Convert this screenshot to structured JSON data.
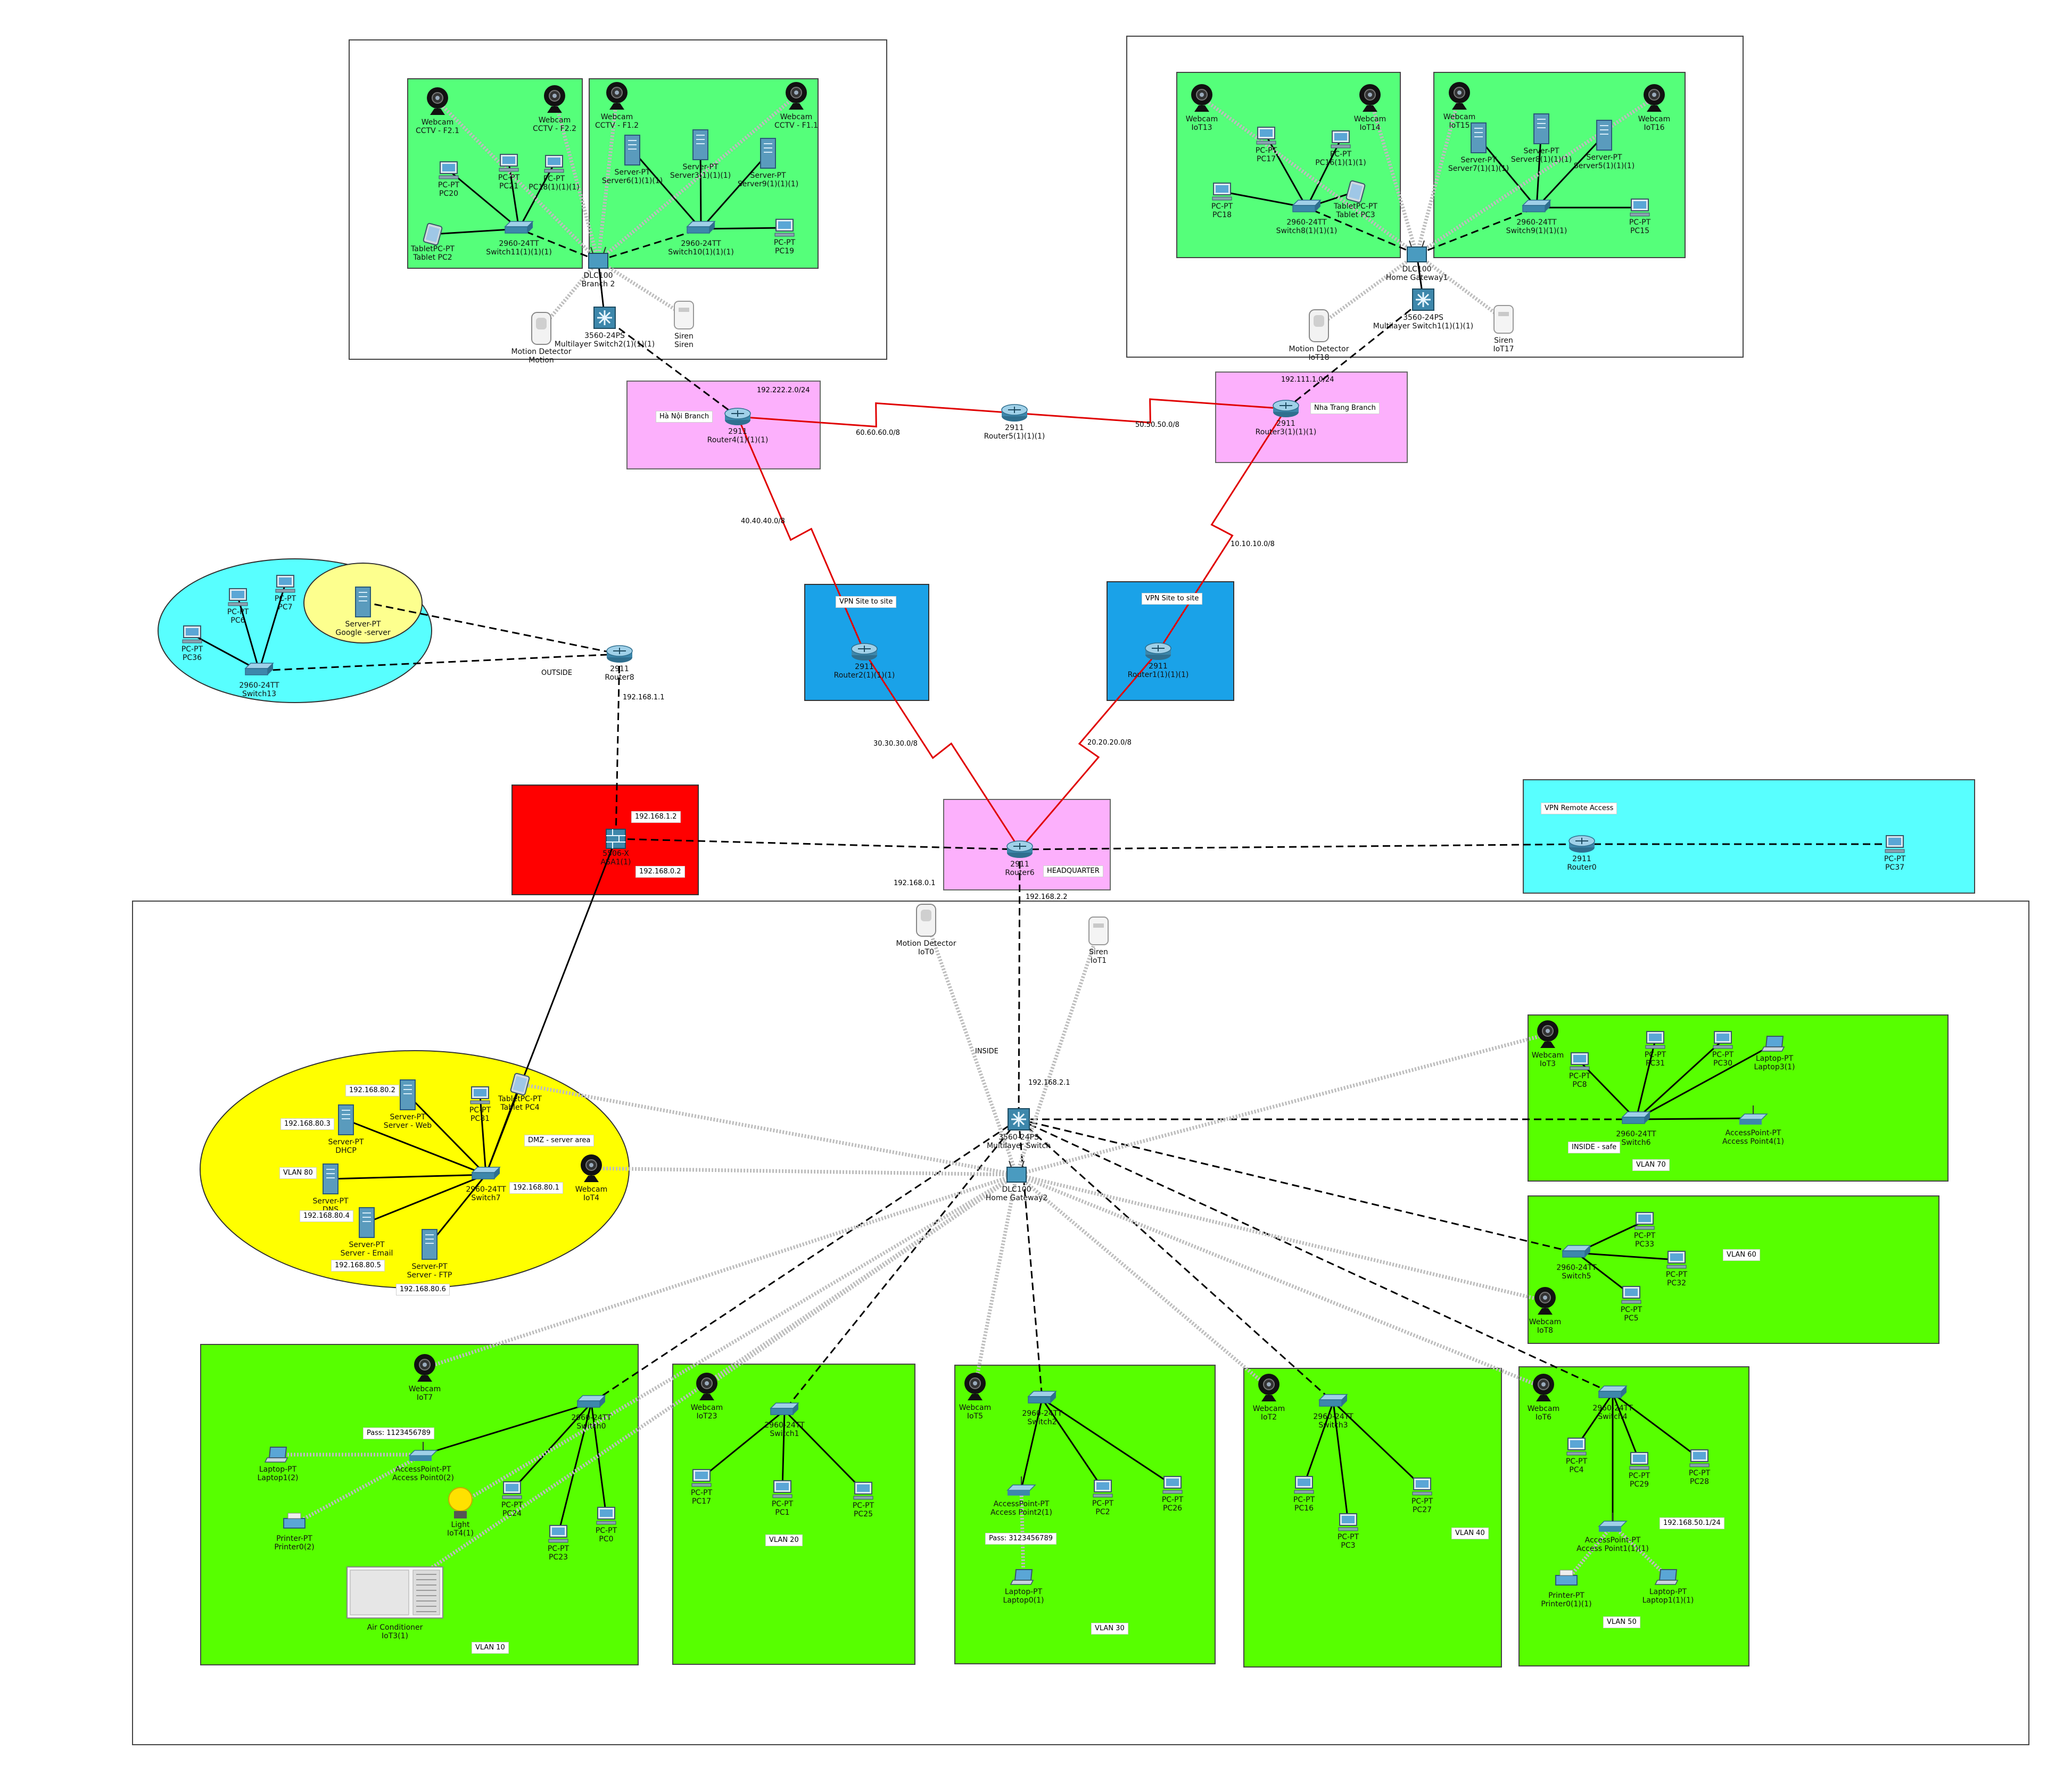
{
  "colors": {
    "green": "#55ff7a",
    "lime": "#57ff00",
    "pink": "#fcb0fc",
    "blue": "#1aa2e8",
    "red": "#ff0000",
    "cyan": "#58ffff",
    "yellow": "#ffff00",
    "yellow_light": "#fdff8e",
    "wan_link": "#e00000",
    "dashed_link": "#000000",
    "wireless_link": "#bdbdbd"
  },
  "areas": {
    "hanoi_lan": "",
    "nhatrang_lan": "",
    "hq_lan": "",
    "hanoi_router_box": "Hà Nội Branch",
    "nhatrang_router_box": "Nha Trang Branch",
    "vpn1_box": "VPN Site to site",
    "vpn2_box": "VPN Site to site",
    "firewall_box": "",
    "hq_box": "HEADQUARTER",
    "vpn_remote_box": "VPN Remote Access",
    "dmz_area": "DMZ - server area",
    "vlan10": "VLAN 10",
    "vlan20": "VLAN 20",
    "vlan30": "VLAN 30",
    "vlan40": "VLAN 40",
    "vlan50": "VLAN 50",
    "vlan60": "VLAN 60",
    "vlan70": "VLAN 70",
    "inside_safe": "INSIDE - safe",
    "vlan80": "VLAN 80"
  },
  "link_labels": {
    "net_hanoi": "192.222.2.0/24",
    "net_nhatrang": "192.111.1.0/24",
    "net_60": "60.60.60.0/8",
    "net_50": "50.50.50.0/8",
    "net_40": "40.40.40.0/8",
    "net_10": "10.10.10.0/8",
    "net_30": "30.30.30.0/8",
    "net_20": "20.20.20.0/8",
    "outside": "OUTSIDE",
    "inside": "INSIDE",
    "ip_1_1": "192.168.1.1",
    "ip_1_2": "192.168.1.2",
    "ip_0_2": "192.168.0.2",
    "ip_0_1": "192.168.0.1",
    "ip_2_2": "192.168.2.2",
    "ip_2_1": "192.168.2.1",
    "ip_80_1": "192.168.80.1",
    "ip_80_2": "192.168.80.2",
    "ip_80_3": "192.168.80.3",
    "ip_80_4": "192.168.80.4",
    "ip_80_5": "192.168.80.5",
    "ip_80_6": "192.168.80.6",
    "vlan50_net": "192.168.50.1/24",
    "pass_vlan10": "Pass: 1123456789",
    "pass_vlan30": "Pass: 3123456789"
  },
  "nodes": [
    {
      "id": "cam_f21",
      "kind": "webcam",
      "label": "Webcam\nCCTV - F2.1"
    },
    {
      "id": "cam_f22",
      "kind": "webcam",
      "label": "Webcam\nCCTV - F2.2"
    },
    {
      "id": "cam_f12",
      "kind": "webcam",
      "label": "Webcam\nCCTV - F1.2"
    },
    {
      "id": "cam_f11",
      "kind": "webcam",
      "label": "Webcam\nCCTV - F1.1"
    },
    {
      "id": "pc20",
      "kind": "pc",
      "label": "PC-PT\nPC20"
    },
    {
      "id": "pc21",
      "kind": "pc",
      "label": "PC-PT\nPC21"
    },
    {
      "id": "pc18",
      "kind": "pc",
      "label": "PC-PT\nPC18(1)(1)(1)"
    },
    {
      "id": "tablet2",
      "kind": "tablet",
      "label": "TabletPC-PT\nTablet PC2"
    },
    {
      "id": "sw11",
      "kind": "switch",
      "label": "2960-24TT\nSwitch11(1)(1)(1)"
    },
    {
      "id": "srv6",
      "kind": "server",
      "label": "Server-PT\nServer6(1)(1)(1)"
    },
    {
      "id": "srv3",
      "kind": "server",
      "label": "Server-PT\nServer3(1)(1)(1)"
    },
    {
      "id": "srv9",
      "kind": "server",
      "label": "Server-PT\nServer9(1)(1)(1)"
    },
    {
      "id": "sw10",
      "kind": "switch",
      "label": "2960-24TT\nSwitch10(1)(1)(1)"
    },
    {
      "id": "pc19",
      "kind": "pc",
      "label": "PC-PT\nPC19"
    },
    {
      "id": "dlc_b2",
      "kind": "gateway",
      "label": "DLC100\nBranch 2"
    },
    {
      "id": "msw2",
      "kind": "mswitch",
      "label": "3560-24PS\nMultilayer Switch2(1)(1)(1)"
    },
    {
      "id": "motion",
      "kind": "motion",
      "label": "Motion Detector\nMotion"
    },
    {
      "id": "siren",
      "kind": "siren",
      "label": "Siren\nSiren"
    },
    {
      "id": "iot13",
      "kind": "webcam",
      "label": "Webcam\nIoT13"
    },
    {
      "id": "iot14",
      "kind": "webcam",
      "label": "Webcam\nIoT14"
    },
    {
      "id": "iot15",
      "kind": "webcam",
      "label": "Webcam\nIoT15"
    },
    {
      "id": "iot16",
      "kind": "webcam",
      "label": "Webcam\nIoT16"
    },
    {
      "id": "pc17",
      "kind": "pc",
      "label": "PC-PT\nPC17"
    },
    {
      "id": "pc16b",
      "kind": "pc",
      "label": "PC-PT\nPC16(1)(1)(1)"
    },
    {
      "id": "pc18b",
      "kind": "pc",
      "label": "PC-PT\nPC18"
    },
    {
      "id": "tablet3",
      "kind": "tablet",
      "label": "TabletPC-PT\nTablet PC3"
    },
    {
      "id": "sw8",
      "kind": "switch",
      "label": "2960-24TT\nSwitch8(1)(1)(1)"
    },
    {
      "id": "srv7",
      "kind": "server",
      "label": "Server-PT\nServer7(1)(1)(1)"
    },
    {
      "id": "srv8",
      "kind": "server",
      "label": "Server-PT\nServer8(1)(1)(1)"
    },
    {
      "id": "srv5",
      "kind": "server",
      "label": "Server-PT\nServer5(1)(1)(1)"
    },
    {
      "id": "sw9",
      "kind": "switch",
      "label": "2960-24TT\nSwitch9(1)(1)(1)"
    },
    {
      "id": "pc15",
      "kind": "pc",
      "label": "PC-PT\nPC15"
    },
    {
      "id": "dlc_hg",
      "kind": "gateway",
      "label": "DLC100\nHome Gateway1"
    },
    {
      "id": "msw1",
      "kind": "mswitch",
      "label": "3560-24PS\nMultilayer Switch1(1)(1)(1)"
    },
    {
      "id": "iot18",
      "kind": "motion",
      "label": "Motion Detector\nIoT18"
    },
    {
      "id": "iot17",
      "kind": "siren",
      "label": "Siren\nIoT17"
    },
    {
      "id": "router4",
      "kind": "router",
      "label": "2911\nRouter4(1)(1)(1)"
    },
    {
      "id": "router5",
      "kind": "router",
      "label": "2911\nRouter5(1)(1)(1)"
    },
    {
      "id": "router3",
      "kind": "router",
      "label": "2911\nRouter3(1)(1)(1)"
    },
    {
      "id": "router2",
      "kind": "router",
      "label": "2911\nRouter2(1)(1)(1)"
    },
    {
      "id": "router1",
      "kind": "router",
      "label": "2911\nRouter1(1)(1)(1)"
    },
    {
      "id": "router6",
      "kind": "router",
      "label": "2911\nRouter6"
    },
    {
      "id": "router8",
      "kind": "router",
      "label": "2911\nRouter8"
    },
    {
      "id": "router0",
      "kind": "router",
      "label": "2911\nRouter0"
    },
    {
      "id": "asa",
      "kind": "firewall",
      "label": "5506-X\nASA1(1)"
    },
    {
      "id": "pc37",
      "kind": "pc",
      "label": "PC-PT\nPC37"
    },
    {
      "id": "pc7",
      "kind": "pc",
      "label": "PC-PT\nPC7"
    },
    {
      "id": "pc6",
      "kind": "pc",
      "label": "PC-PT\nPC6"
    },
    {
      "id": "pc36",
      "kind": "pc",
      "label": "PC-PT\nPC36"
    },
    {
      "id": "sw13",
      "kind": "switch",
      "label": "2960-24TT\nSwitch13"
    },
    {
      "id": "google",
      "kind": "server",
      "label": "Server-PT\nGoogle -server"
    },
    {
      "id": "iot0",
      "kind": "motion",
      "label": "Motion Detector\nIoT0"
    },
    {
      "id": "iot1",
      "kind": "siren",
      "label": "Siren\nIoT1"
    },
    {
      "id": "mswitch",
      "kind": "mswitch",
      "label": "3560-24PS\nMultilayer Switch"
    },
    {
      "id": "hgw2",
      "kind": "gateway",
      "label": "DLC100\nHome Gateway2"
    },
    {
      "id": "srv_web",
      "kind": "server",
      "label": "Server-PT\nServer - Web"
    },
    {
      "id": "srv_dhcp",
      "kind": "server",
      "label": "Server-PT\nDHCP"
    },
    {
      "id": "srv_dns",
      "kind": "server",
      "label": "Server-PT\nDNS"
    },
    {
      "id": "srv_email",
      "kind": "server",
      "label": "Server-PT\nServer - Email"
    },
    {
      "id": "srv_ftp",
      "kind": "server",
      "label": "Server-PT\nServer - FTP"
    },
    {
      "id": "pc81",
      "kind": "pc",
      "label": "PC-PT\nPC81"
    },
    {
      "id": "tablet4",
      "kind": "tablet",
      "label": "TabletPC-PT\nTablet PC4"
    },
    {
      "id": "sw7",
      "kind": "switch",
      "label": "2960-24TT\nSwitch7"
    },
    {
      "id": "iot4",
      "kind": "webcam",
      "label": "Webcam\nIoT4"
    },
    {
      "id": "iot3",
      "kind": "webcam",
      "label": "Webcam\nIoT3"
    },
    {
      "id": "pc8",
      "kind": "pc",
      "label": "PC-PT\nPC8"
    },
    {
      "id": "pc31",
      "kind": "pc",
      "label": "PC-PT\nPC31"
    },
    {
      "id": "pc30",
      "kind": "pc",
      "label": "PC-PT\nPC30"
    },
    {
      "id": "laptop3",
      "kind": "laptop",
      "label": "Laptop-PT\nLaptop3(1)"
    },
    {
      "id": "sw6",
      "kind": "switch",
      "label": "2960-24TT\nSwitch6"
    },
    {
      "id": "ap4",
      "kind": "ap",
      "label": "AccessPoint-PT\nAccess Point4(1)"
    },
    {
      "id": "pc33",
      "kind": "pc",
      "label": "PC-PT\nPC33"
    },
    {
      "id": "pc32",
      "kind": "pc",
      "label": "PC-PT\nPC32"
    },
    {
      "id": "sw5",
      "kind": "switch",
      "label": "2960-24TT\nSwitch5"
    },
    {
      "id": "pc5",
      "kind": "pc",
      "label": "PC-PT\nPC5"
    },
    {
      "id": "iot8",
      "kind": "webcam",
      "label": "Webcam\nIoT8"
    },
    {
      "id": "iot7",
      "kind": "webcam",
      "label": "Webcam\nIoT7"
    },
    {
      "id": "sw0",
      "kind": "switch",
      "label": "2960-24TT\nSwitch0"
    },
    {
      "id": "ap0",
      "kind": "ap",
      "label": "AccessPoint-PT\nAccess Point0(2)"
    },
    {
      "id": "laptop2",
      "kind": "laptop",
      "label": "Laptop-PT\nLaptop1(2)"
    },
    {
      "id": "printer2",
      "kind": "printer",
      "label": "Printer-PT\nPrinter0(2)"
    },
    {
      "id": "light",
      "kind": "light",
      "label": "Light\nIoT4(1)"
    },
    {
      "id": "pc24",
      "kind": "pc",
      "label": "PC-PT\nPC24"
    },
    {
      "id": "pc23",
      "kind": "pc",
      "label": "PC-PT\nPC23"
    },
    {
      "id": "pc0",
      "kind": "pc",
      "label": "PC-PT\nPC0"
    },
    {
      "id": "aircon",
      "kind": "aircon",
      "label": "Air Conditioner\nIoT3(1)"
    },
    {
      "id": "iot23",
      "kind": "webcam",
      "label": "Webcam\nIoT23"
    },
    {
      "id": "sw1",
      "kind": "switch",
      "label": "2960-24TT\nSwitch1"
    },
    {
      "id": "pc17b",
      "kind": "pc",
      "label": "PC-PT\nPC17"
    },
    {
      "id": "pc1",
      "kind": "pc",
      "label": "PC-PT\nPC1"
    },
    {
      "id": "pc25",
      "kind": "pc",
      "label": "PC-PT\nPC25"
    },
    {
      "id": "iot5",
      "kind": "webcam",
      "label": "Webcam\nIoT5"
    },
    {
      "id": "sw2",
      "kind": "switch",
      "label": "2960-24TT\nSwitch2"
    },
    {
      "id": "ap2",
      "kind": "ap",
      "label": "AccessPoint-PT\nAccess Point2(1)"
    },
    {
      "id": "pc2",
      "kind": "pc",
      "label": "PC-PT\nPC2"
    },
    {
      "id": "pc26",
      "kind": "pc",
      "label": "PC-PT\nPC26"
    },
    {
      "id": "laptop0",
      "kind": "laptop",
      "label": "Laptop-PT\nLaptop0(1)"
    },
    {
      "id": "iot2",
      "kind": "webcam",
      "label": "Webcam\nIoT2"
    },
    {
      "id": "sw3",
      "kind": "switch",
      "label": "2960-24TT\nSwitch3"
    },
    {
      "id": "pc16",
      "kind": "pc",
      "label": "PC-PT\nPC16"
    },
    {
      "id": "pc3",
      "kind": "pc",
      "label": "PC-PT\nPC3"
    },
    {
      "id": "pc27",
      "kind": "pc",
      "label": "PC-PT\nPC27"
    },
    {
      "id": "iot6",
      "kind": "webcam",
      "label": "Webcam\nIoT6"
    },
    {
      "id": "sw4",
      "kind": "switch",
      "label": "2960-24TT\nSwitch4"
    },
    {
      "id": "pc4",
      "kind": "pc",
      "label": "PC-PT\nPC4"
    },
    {
      "id": "pc29",
      "kind": "pc",
      "label": "PC-PT\nPC29"
    },
    {
      "id": "pc28",
      "kind": "pc",
      "label": "PC-PT\nPC28"
    },
    {
      "id": "ap1",
      "kind": "ap",
      "label": "AccessPoint-PT\nAccess Point1(1)(1)"
    },
    {
      "id": "printer0",
      "kind": "printer",
      "label": "Printer-PT\nPrinter0(1)(1)"
    },
    {
      "id": "laptop1",
      "kind": "laptop",
      "label": "Laptop-PT\nLaptop1(1)(1)"
    }
  ],
  "links": [
    [
      "router4",
      "router5",
      "wan"
    ],
    [
      "router5",
      "router3",
      "wan"
    ],
    [
      "router4",
      "router2",
      "wan"
    ],
    [
      "router3",
      "router1",
      "wan"
    ],
    [
      "router2",
      "router6",
      "wan"
    ],
    [
      "router1",
      "router6",
      "wan"
    ],
    [
      "router4",
      "msw2",
      "dash"
    ],
    [
      "router3",
      "msw1",
      "dash"
    ],
    [
      "router8",
      "asa",
      "dash"
    ],
    [
      "router8",
      "sw13",
      "dash"
    ],
    [
      "google",
      "router8",
      "dash"
    ],
    [
      "asa",
      "router6",
      "dash"
    ],
    [
      "router6",
      "router0",
      "dash"
    ],
    [
      "router0",
      "pc37",
      "dash"
    ],
    [
      "router6",
      "mswitch",
      "dash"
    ],
    [
      "asa",
      "sw7",
      "solid"
    ],
    [
      "mswitch",
      "sw6",
      "dash"
    ],
    [
      "mswitch",
      "sw5",
      "dash"
    ],
    [
      "mswitch",
      "sw0",
      "dash"
    ],
    [
      "mswitch",
      "sw1",
      "dash"
    ],
    [
      "mswitch",
      "sw2",
      "dash"
    ],
    [
      "mswitch",
      "sw3",
      "dash"
    ],
    [
      "mswitch",
      "sw4",
      "dash"
    ],
    [
      "msw2",
      "dlc_b2",
      "solid"
    ],
    [
      "dlc_b2",
      "sw11",
      "dash"
    ],
    [
      "dlc_b2",
      "sw10",
      "dash"
    ],
    [
      "sw11",
      "pc20",
      "solid"
    ],
    [
      "sw11",
      "pc21",
      "solid"
    ],
    [
      "sw11",
      "pc18",
      "solid"
    ],
    [
      "sw11",
      "tablet2",
      "solid"
    ],
    [
      "sw10",
      "srv6",
      "solid"
    ],
    [
      "sw10",
      "srv3",
      "solid"
    ],
    [
      "sw10",
      "srv9",
      "solid"
    ],
    [
      "sw10",
      "pc19",
      "solid"
    ],
    [
      "msw1",
      "dlc_hg",
      "solid"
    ],
    [
      "dlc_hg",
      "sw8",
      "dash"
    ],
    [
      "dlc_hg",
      "sw9",
      "dash"
    ],
    [
      "sw8",
      "pc17",
      "solid"
    ],
    [
      "sw8",
      "pc16b",
      "solid"
    ],
    [
      "sw8",
      "pc18b",
      "solid"
    ],
    [
      "sw8",
      "tablet3",
      "solid"
    ],
    [
      "sw9",
      "srv7",
      "solid"
    ],
    [
      "sw9",
      "srv8",
      "solid"
    ],
    [
      "sw9",
      "srv5",
      "solid"
    ],
    [
      "sw9",
      "pc15",
      "solid"
    ],
    [
      "sw13",
      "pc7",
      "solid"
    ],
    [
      "sw13",
      "pc6",
      "solid"
    ],
    [
      "sw13",
      "pc36",
      "solid"
    ],
    [
      "sw7",
      "srv_web",
      "solid"
    ],
    [
      "sw7",
      "srv_dhcp",
      "solid"
    ],
    [
      "sw7",
      "srv_dns",
      "solid"
    ],
    [
      "sw7",
      "srv_email",
      "solid"
    ],
    [
      "sw7",
      "srv_ftp",
      "solid"
    ],
    [
      "sw7",
      "pc81",
      "solid"
    ],
    [
      "sw7",
      "tablet4",
      "solid"
    ],
    [
      "sw6",
      "pc8",
      "solid"
    ],
    [
      "sw6",
      "pc31",
      "solid"
    ],
    [
      "sw6",
      "pc30",
      "solid"
    ],
    [
      "sw6",
      "laptop3",
      "solid"
    ],
    [
      "sw6",
      "ap4",
      "solid"
    ],
    [
      "sw5",
      "pc33",
      "solid"
    ],
    [
      "sw5",
      "pc32",
      "solid"
    ],
    [
      "sw5",
      "pc5",
      "solid"
    ],
    [
      "sw0",
      "ap0",
      "solid"
    ],
    [
      "sw0",
      "pc24",
      "solid"
    ],
    [
      "sw0",
      "pc23",
      "solid"
    ],
    [
      "sw0",
      "pc0",
      "solid"
    ],
    [
      "sw1",
      "pc17b",
      "solid"
    ],
    [
      "sw1",
      "pc1",
      "solid"
    ],
    [
      "sw1",
      "pc25",
      "solid"
    ],
    [
      "sw2",
      "ap2",
      "solid"
    ],
    [
      "sw2",
      "pc2",
      "solid"
    ],
    [
      "sw2",
      "pc26",
      "solid"
    ],
    [
      "sw3",
      "pc16",
      "solid"
    ],
    [
      "sw3",
      "pc3",
      "solid"
    ],
    [
      "sw3",
      "pc27",
      "solid"
    ],
    [
      "sw4",
      "pc4",
      "solid"
    ],
    [
      "sw4",
      "pc29",
      "solid"
    ],
    [
      "sw4",
      "pc28",
      "solid"
    ],
    [
      "sw4",
      "ap1",
      "solid"
    ],
    [
      "ap0",
      "laptop2",
      "wifi"
    ],
    [
      "ap0",
      "printer2",
      "wifi"
    ],
    [
      "ap2",
      "laptop0",
      "wifi"
    ],
    [
      "ap1",
      "printer0",
      "wifi"
    ],
    [
      "ap1",
      "laptop1",
      "wifi"
    ],
    [
      "dlc_b2",
      "cam_f21",
      "wifi"
    ],
    [
      "dlc_b2",
      "cam_f22",
      "wifi"
    ],
    [
      "dlc_b2",
      "cam_f12",
      "wifi"
    ],
    [
      "dlc_b2",
      "cam_f11",
      "wifi"
    ],
    [
      "dlc_b2",
      "motion",
      "wifi"
    ],
    [
      "dlc_b2",
      "siren",
      "wifi"
    ],
    [
      "dlc_hg",
      "iot13",
      "wifi"
    ],
    [
      "dlc_hg",
      "iot14",
      "wifi"
    ],
    [
      "dlc_hg",
      "iot15",
      "wifi"
    ],
    [
      "dlc_hg",
      "iot16",
      "wifi"
    ],
    [
      "dlc_hg",
      "iot18",
      "wifi"
    ],
    [
      "dlc_hg",
      "iot17",
      "wifi"
    ],
    [
      "hgw2",
      "iot0",
      "wifi"
    ],
    [
      "hgw2",
      "iot1",
      "wifi"
    ],
    [
      "hgw2",
      "iot4",
      "wifi"
    ],
    [
      "hgw2",
      "iot3",
      "wifi"
    ],
    [
      "hgw2",
      "iot8",
      "wifi"
    ],
    [
      "hgw2",
      "iot7",
      "wifi"
    ],
    [
      "hgw2",
      "iot23",
      "wifi"
    ],
    [
      "hgw2",
      "iot5",
      "wifi"
    ],
    [
      "hgw2",
      "iot2",
      "wifi"
    ],
    [
      "hgw2",
      "iot6",
      "wifi"
    ],
    [
      "hgw2",
      "tablet4",
      "wifi"
    ],
    [
      "hgw2",
      "light",
      "wifi"
    ],
    [
      "hgw2",
      "aircon",
      "wifi"
    ]
  ]
}
